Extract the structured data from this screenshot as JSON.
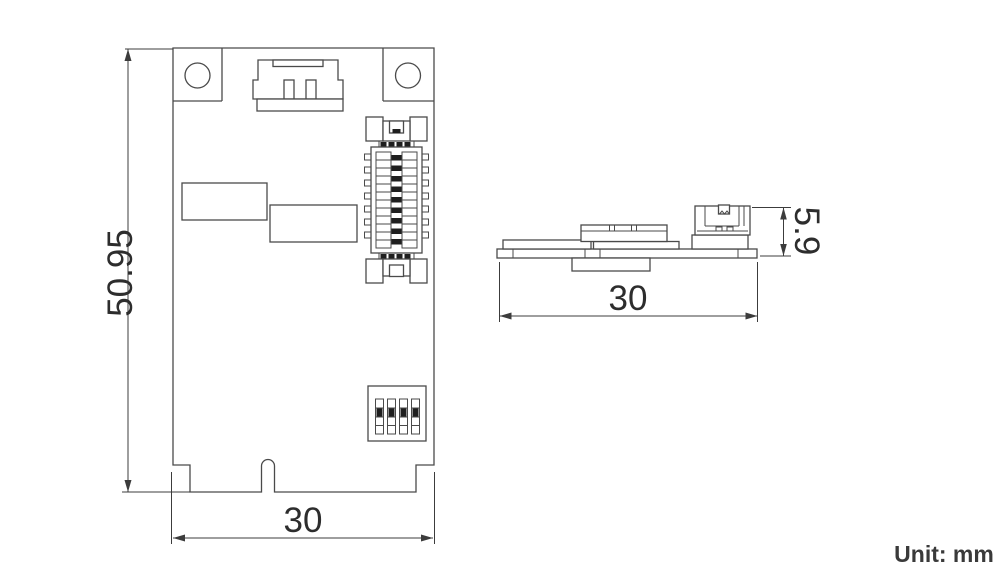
{
  "unit_note": "Unit: mm",
  "colors": {
    "line": "#4a4a4a",
    "dimension": "#3c3c3c",
    "text": "#2d2d2d",
    "background": "#ffffff",
    "component_fill": "#1f1f1f"
  },
  "front_view": {
    "height_dim": "50.95",
    "width_dim": "30"
  },
  "side_view": {
    "width_dim": "30",
    "height_dim": "5.9"
  }
}
